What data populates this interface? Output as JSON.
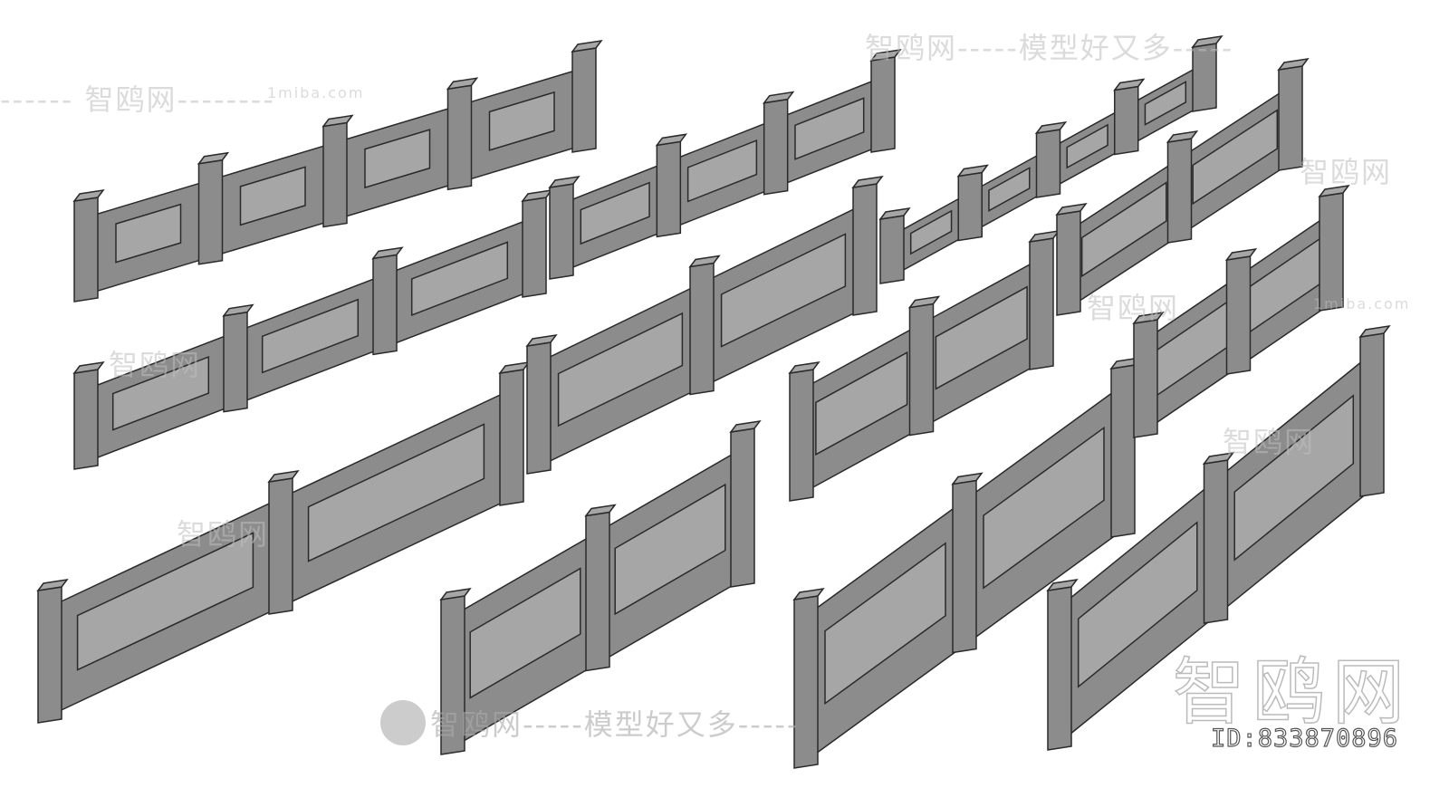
{
  "watermarks": {
    "slogan": "智鸥网-----模型好又多-----",
    "brand": "智鸥网",
    "site": "1miba.com",
    "dash_brand": "------ 智鸥网--------",
    "id_label": "ID:833870896"
  },
  "colors": {
    "stone": "#8c8c8c",
    "stone_light": "#a6a6a6",
    "outline": "#2a2a2a",
    "watermark": "#bbbbbb"
  }
}
